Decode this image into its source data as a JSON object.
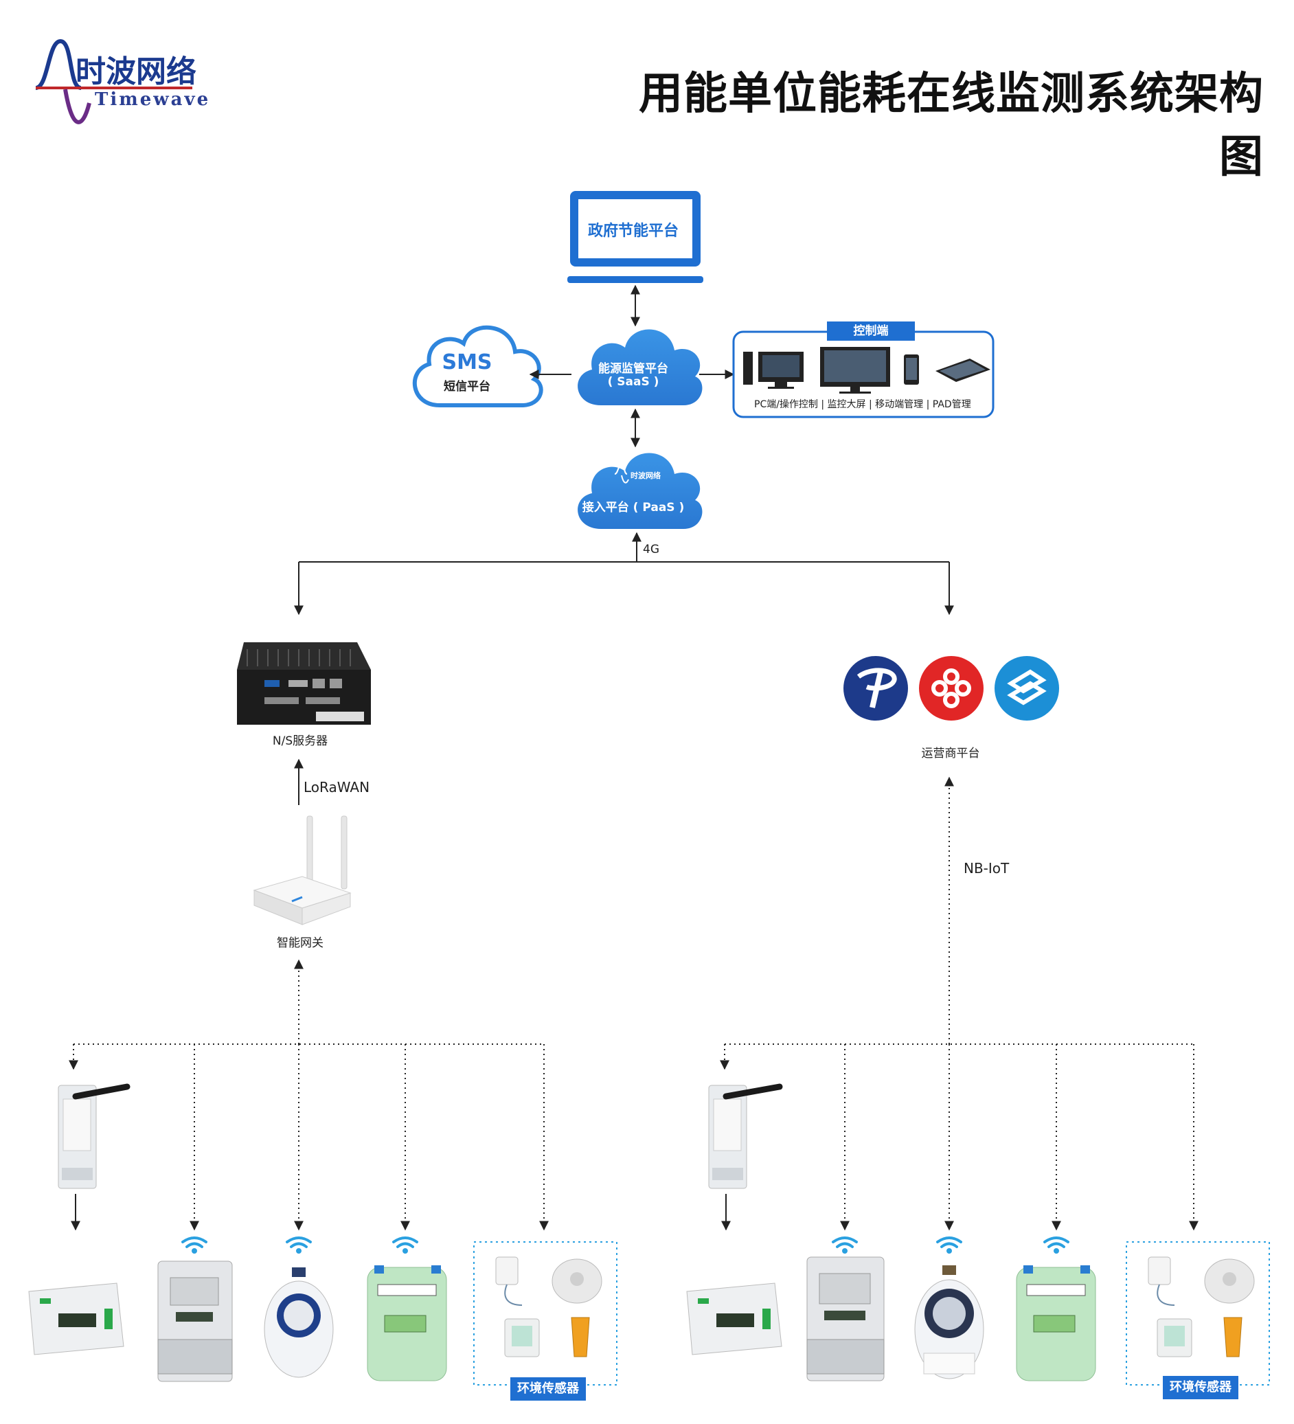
{
  "title": "用能单位能耗在线监测系统架构图",
  "logo": {
    "cn": "时波网络",
    "en": "Timewave"
  },
  "nodes": {
    "gov": "政府节能平台",
    "saas_line1": "能源监管平台",
    "saas_line2": "( SaaS )",
    "sms_title": "SMS",
    "sms_sub": "短信平台",
    "control_tag": "控制端",
    "control_caption": "PC端/操作控制 | 监控大屏 | 移动端管理 | PAD管理",
    "paas_logo": "时波网络",
    "paas": "接入平台 ( PaaS )",
    "ns_server": "N/S服务器",
    "gateway": "智能网关",
    "operator": "运营商平台",
    "env_sensor_left": "环境传感器",
    "env_sensor_right": "环境传感器"
  },
  "protocols": {
    "uplink": "4G",
    "lora": "LoRaWAN",
    "nbiot": "NB-IoT"
  },
  "colors": {
    "primary": "#1f6fd1",
    "cloud": "#2f86dd",
    "dark": "#222222",
    "unicom": "#e12626",
    "telecom": "#1d3a8a",
    "mobile": "#1c8fd6"
  },
  "icons": [
    "laptop-icon",
    "cloud-icon",
    "pc-tower-icon",
    "monitor-icon",
    "phone-icon",
    "tablet-icon",
    "server-icon",
    "router-icon",
    "china-telecom-icon",
    "china-unicom-icon",
    "china-mobile-icon",
    "wifi-icon",
    "lora-module-icon",
    "din-rail-meter-icon",
    "electric-meter-icon",
    "water-meter-icon",
    "gas-meter-icon",
    "sensor-icon"
  ]
}
